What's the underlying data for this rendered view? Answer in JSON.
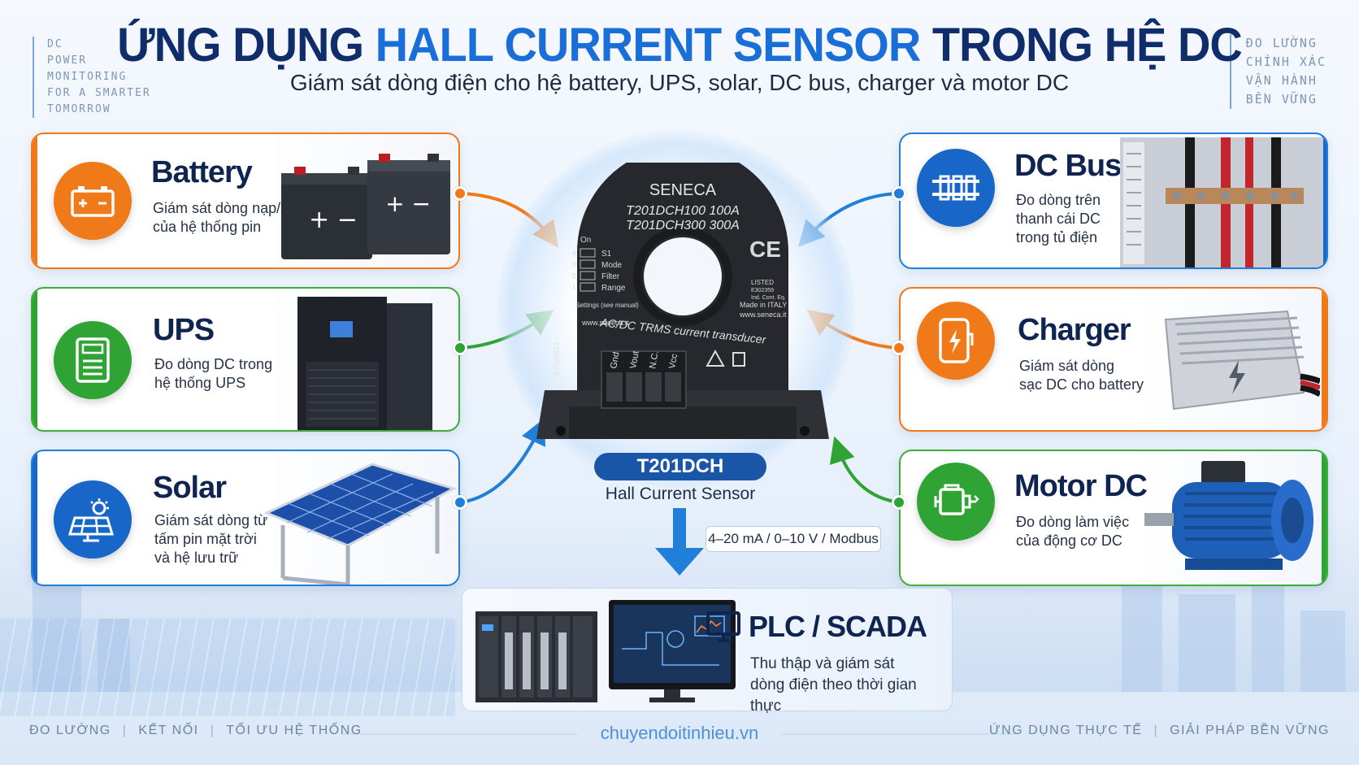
{
  "header": {
    "title_pre": "ỨNG DỤNG ",
    "title_highlight": "HALL CURRENT SENSOR",
    "title_post": " TRONG HỆ DC",
    "subtitle": "Giám sát dòng điện cho hệ battery, UPS, solar, DC bus, charger và motor DC"
  },
  "side_left": [
    "DC",
    "POWER",
    "MONITORING",
    "FOR A SMARTER",
    "TOMORROW"
  ],
  "side_right": [
    "ĐO LƯỜNG",
    "CHÍNH XÁC",
    "VẬN HÀNH",
    "BỀN VỮNG"
  ],
  "cards": {
    "battery": {
      "title": "Battery",
      "desc": [
        "Giám sát dòng nạp/xả",
        "của hệ thống pin"
      ],
      "icon": "battery-icon"
    },
    "ups": {
      "title": "UPS",
      "desc": [
        "Đo dòng DC trong",
        "hệ thống UPS"
      ],
      "icon": "ups-icon"
    },
    "solar": {
      "title": "Solar",
      "desc": [
        "Giám sát dòng từ",
        "tấm pin mặt trời",
        "và hệ lưu trữ"
      ],
      "icon": "solar-panel-icon"
    },
    "dcbus": {
      "title": "DC Bus",
      "desc": [
        "Đo dòng trên",
        "thanh cái DC",
        "trong tủ điện"
      ],
      "icon": "busbar-icon"
    },
    "charger": {
      "title": "Charger",
      "desc": [
        "Giám sát dòng",
        "sạc DC cho battery"
      ],
      "icon": "charger-icon"
    },
    "motor": {
      "title": "Motor DC",
      "desc": [
        "Đo dòng làm việc",
        "của động cơ DC"
      ],
      "icon": "motor-icon"
    }
  },
  "sensor": {
    "brand": "SENECA",
    "model_lines": [
      "T201DCH100  100A",
      "T201DCH300  300A"
    ],
    "switch_labels": [
      "S1",
      "Mode",
      "Filter",
      "Range"
    ],
    "switch_nums": [
      "4",
      "3",
      "2",
      "1"
    ],
    "on_label": "On",
    "settings_note": "Settings (see manual)",
    "site": "www.seneca.it",
    "made_in": "Made in ITALY",
    "site2": "www.seneca.it",
    "ce": "CE",
    "ul": [
      "LISTED",
      "E302359",
      "Ind. Cont. Eq."
    ],
    "transducer": "AC/DC TRMS current transducer",
    "terminals": [
      "Gnd",
      "Vout",
      "N.C.",
      "Vcc"
    ],
    "code": "ET004073",
    "name_pill": "T201DCH",
    "name_sub": "Hall Current Sensor",
    "signal": "4–20 mA / 0–10 V / Modbus"
  },
  "plc": {
    "title": "PLC / SCADA",
    "desc": [
      "Thu thập và giám sát",
      "dòng điện theo thời gian thực"
    ],
    "icon": "monitor-icon"
  },
  "footer": {
    "left": [
      "ĐO LƯỜNG",
      "KẾT NỐI",
      "TỐI ƯU HỆ THỐNG"
    ],
    "site": "chuyendoitinhieu.vn",
    "right": [
      "ỨNG DỤNG THỰC TẾ",
      "GIẢI PHÁP BỀN VỮNG"
    ]
  },
  "colors": {
    "orange": "#f07a1a",
    "green": "#2fa334",
    "blue": "#1766c8",
    "navy": "#0f2d6b"
  }
}
